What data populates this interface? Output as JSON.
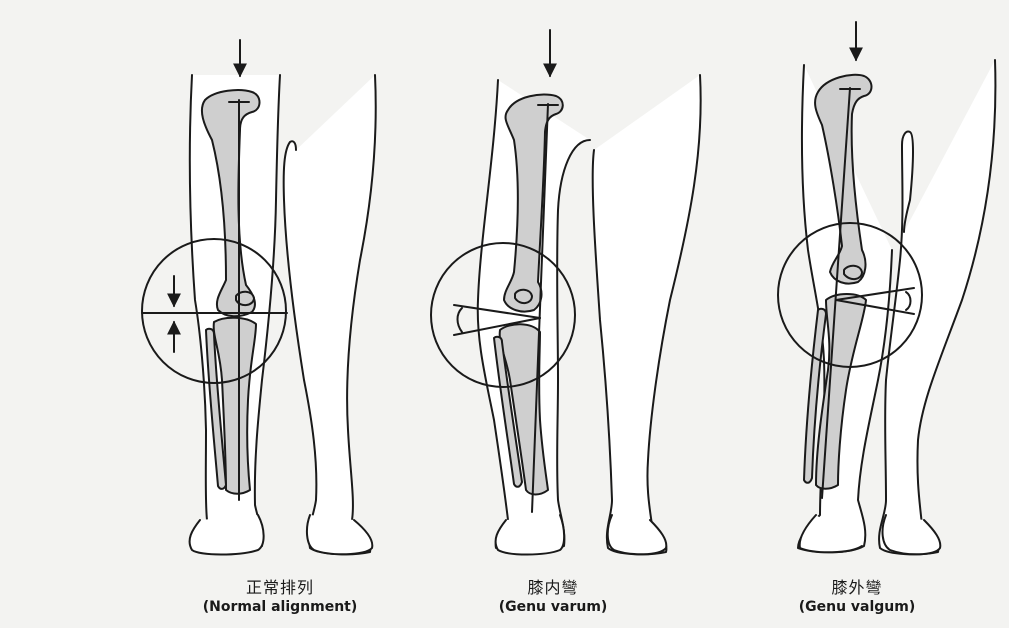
{
  "figures": [
    {
      "id": "normal",
      "label_cn": "正常排列",
      "label_en": "(Normal alignment)"
    },
    {
      "id": "varum",
      "label_cn": "膝内彎",
      "label_en": "(Genu varum)"
    },
    {
      "id": "valgum",
      "label_cn": "膝外彎",
      "label_en": "(Genu valgum)"
    }
  ],
  "colors": {
    "background": "#f3f3f1",
    "outline": "#1a1a1a",
    "bone_fill": "#cfcfcf",
    "skin_fill": "#ffffff"
  }
}
